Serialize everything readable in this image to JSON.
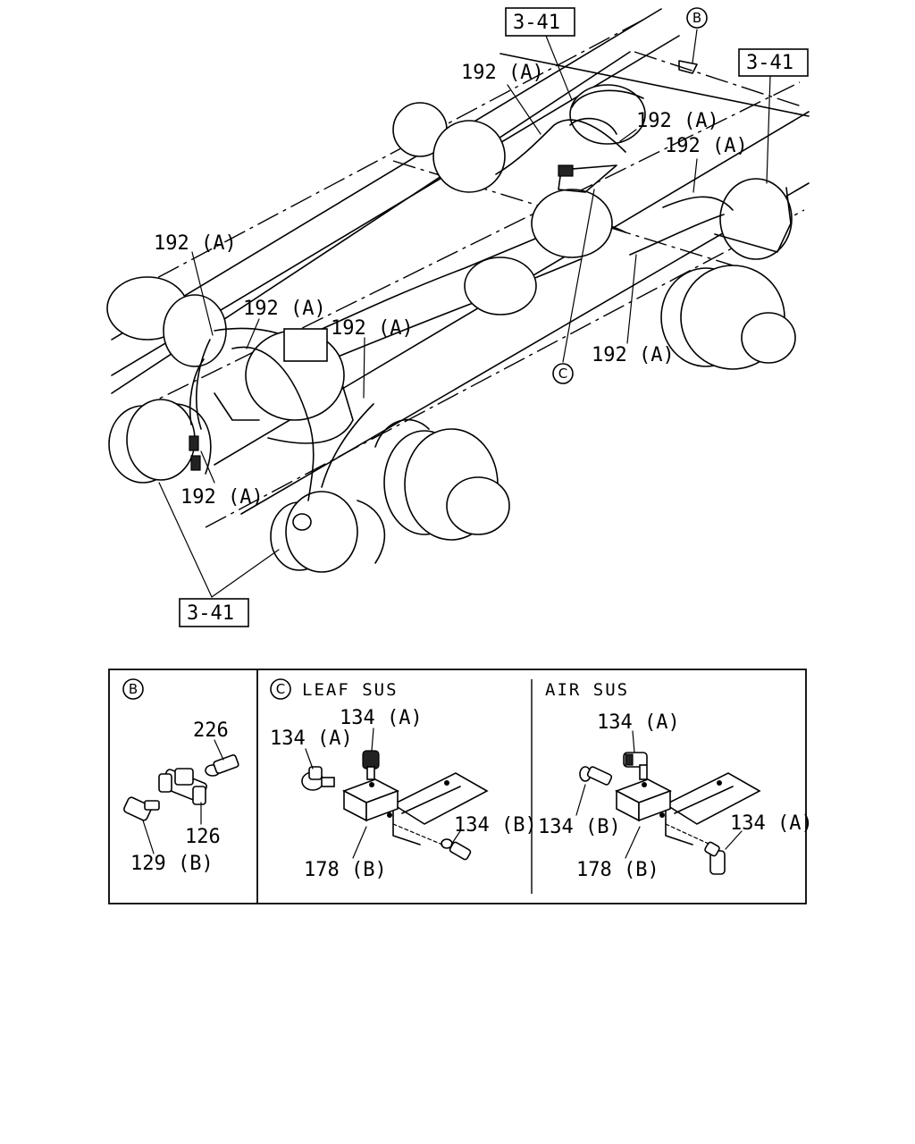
{
  "main_view": {
    "refs": [
      {
        "text": "3-41",
        "id": "ref-top-center"
      },
      {
        "text": "3-41",
        "id": "ref-top-right"
      },
      {
        "text": "3-41",
        "id": "ref-bottom"
      }
    ],
    "detail_markers": [
      "B",
      "C"
    ],
    "callouts": [
      "192 (A)",
      "192 (A)",
      "192 (A)",
      "192 (A)",
      "192 (A)",
      "192 (A)",
      "192 (A)",
      "192 (A)"
    ]
  },
  "detail_panels": [
    {
      "marker": "B",
      "title": "",
      "parts": [
        "226",
        "126",
        "129 (B)"
      ]
    },
    {
      "marker": "C",
      "title": "LEAF SUS",
      "parts": [
        "134 (A)",
        "134 (A)",
        "134 (B)",
        "178 (B)"
      ]
    },
    {
      "marker": "",
      "title": "AIR SUS",
      "parts": [
        "134 (A)",
        "134 (B)",
        "134 (A)",
        "178 (B)"
      ]
    }
  ]
}
